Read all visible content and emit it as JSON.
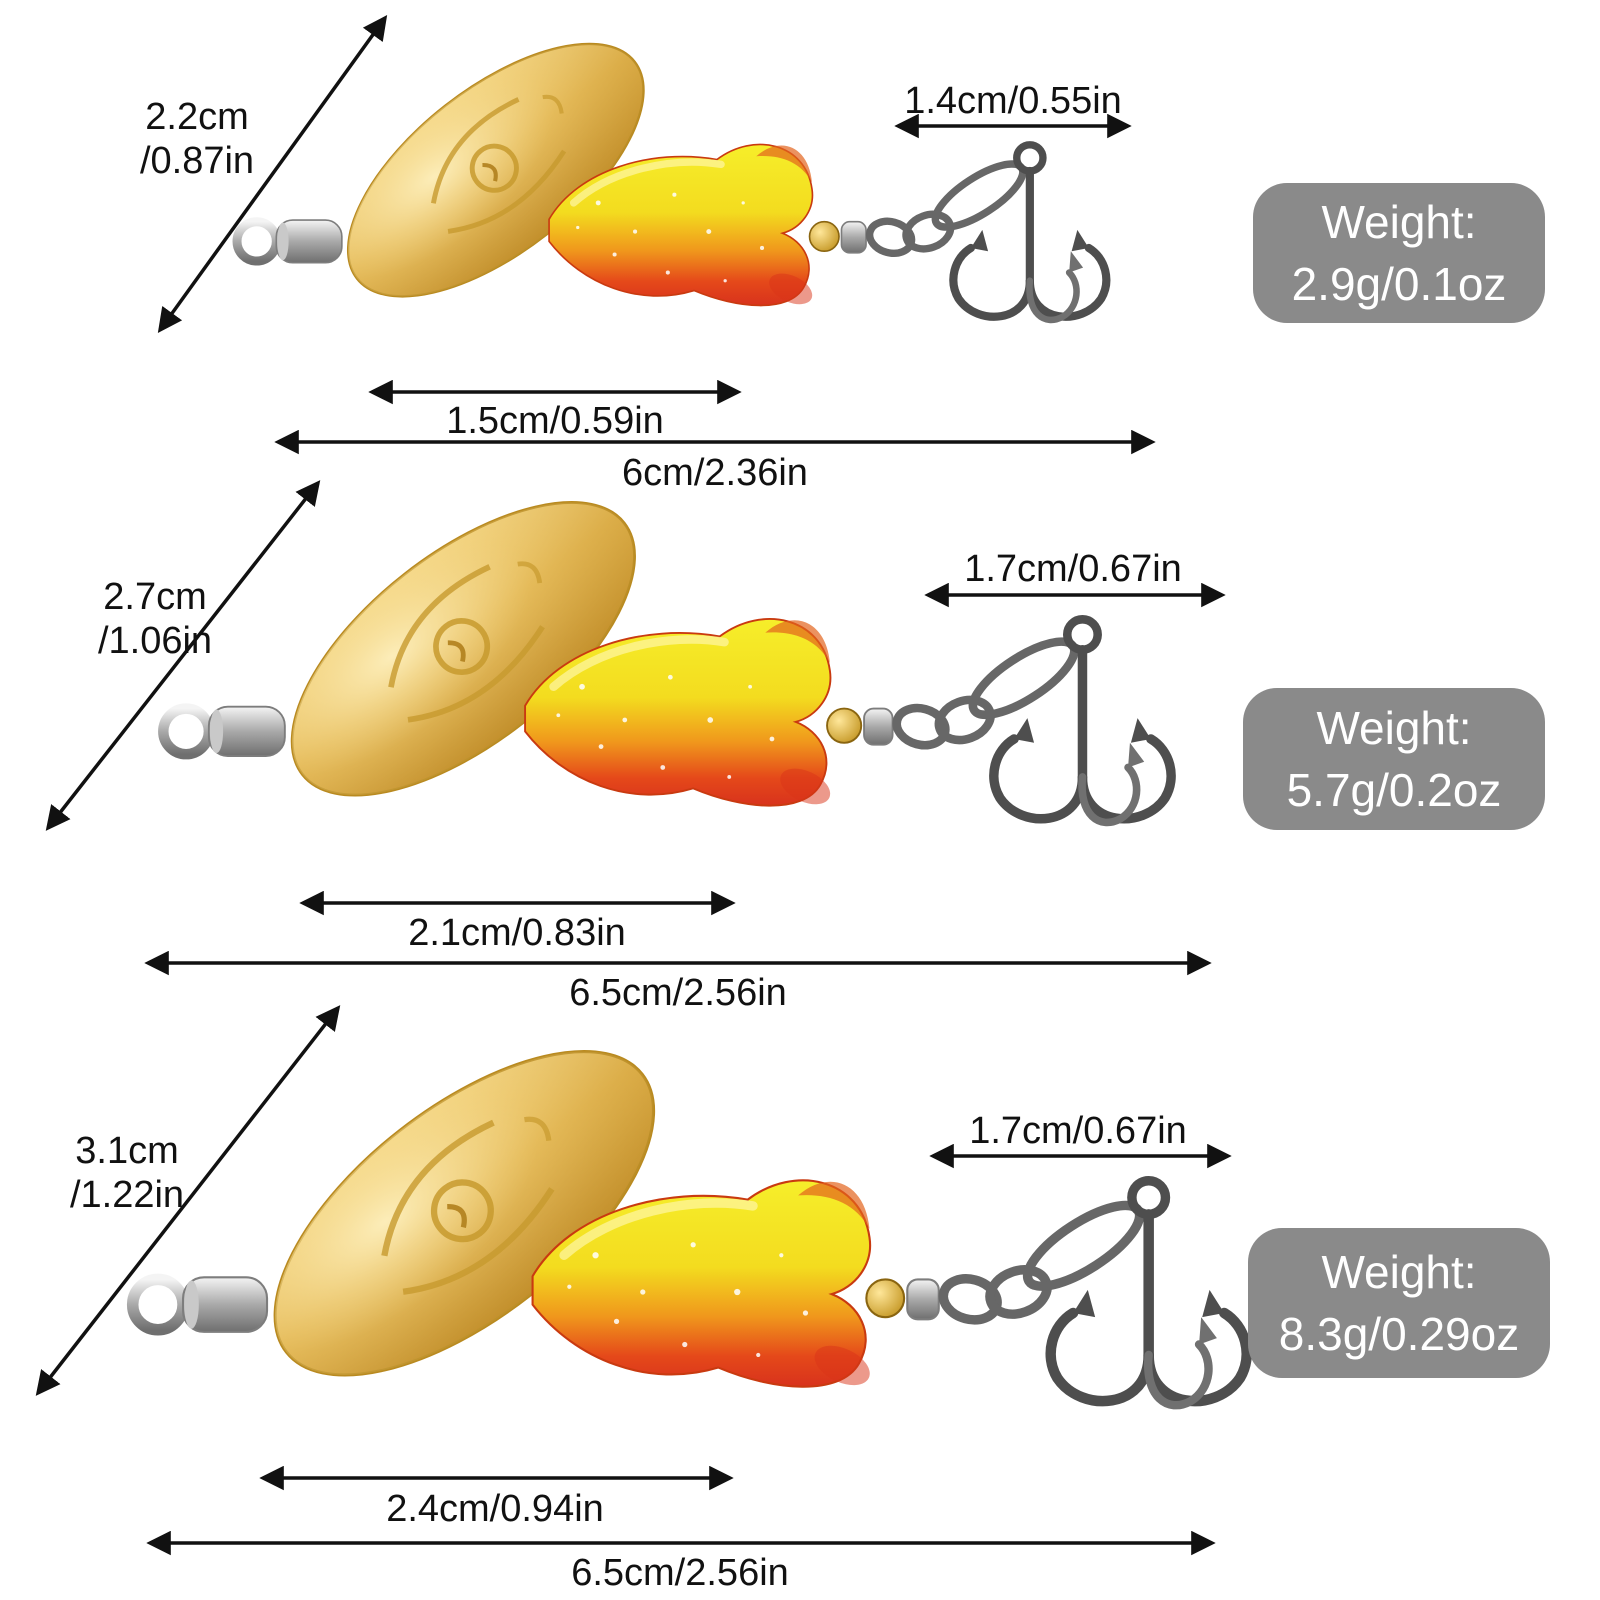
{
  "lures": [
    {
      "blade_line1": "2.2cm",
      "blade_line2": "/0.87in",
      "hook": "1.4cm/0.55in",
      "body": "1.5cm/0.59in",
      "total": "6cm/2.36in",
      "weight_label": "Weight:",
      "weight_value": "2.9g/0.1oz"
    },
    {
      "blade_line1": "2.7cm",
      "blade_line2": "/1.06in",
      "hook": "1.7cm/0.67in",
      "body": "2.1cm/0.83in",
      "total": "6.5cm/2.56in",
      "weight_label": "Weight:",
      "weight_value": "5.7g/0.2oz"
    },
    {
      "blade_line1": "3.1cm",
      "blade_line2": "/1.22in",
      "hook": "1.7cm/0.67in",
      "body": "2.4cm/0.94in",
      "total": "6.5cm/2.56in",
      "weight_label": "Weight:",
      "weight_value": "8.3g/0.29oz"
    }
  ],
  "colors": {
    "badge_bg": "#8a8a8a",
    "badge_text": "#ffffff",
    "arrow": "#111111",
    "blade_gold": "#d9a93f",
    "body_yellow": "#f2e312",
    "body_red": "#e03018",
    "metal_gray": "#6f6f6f"
  }
}
